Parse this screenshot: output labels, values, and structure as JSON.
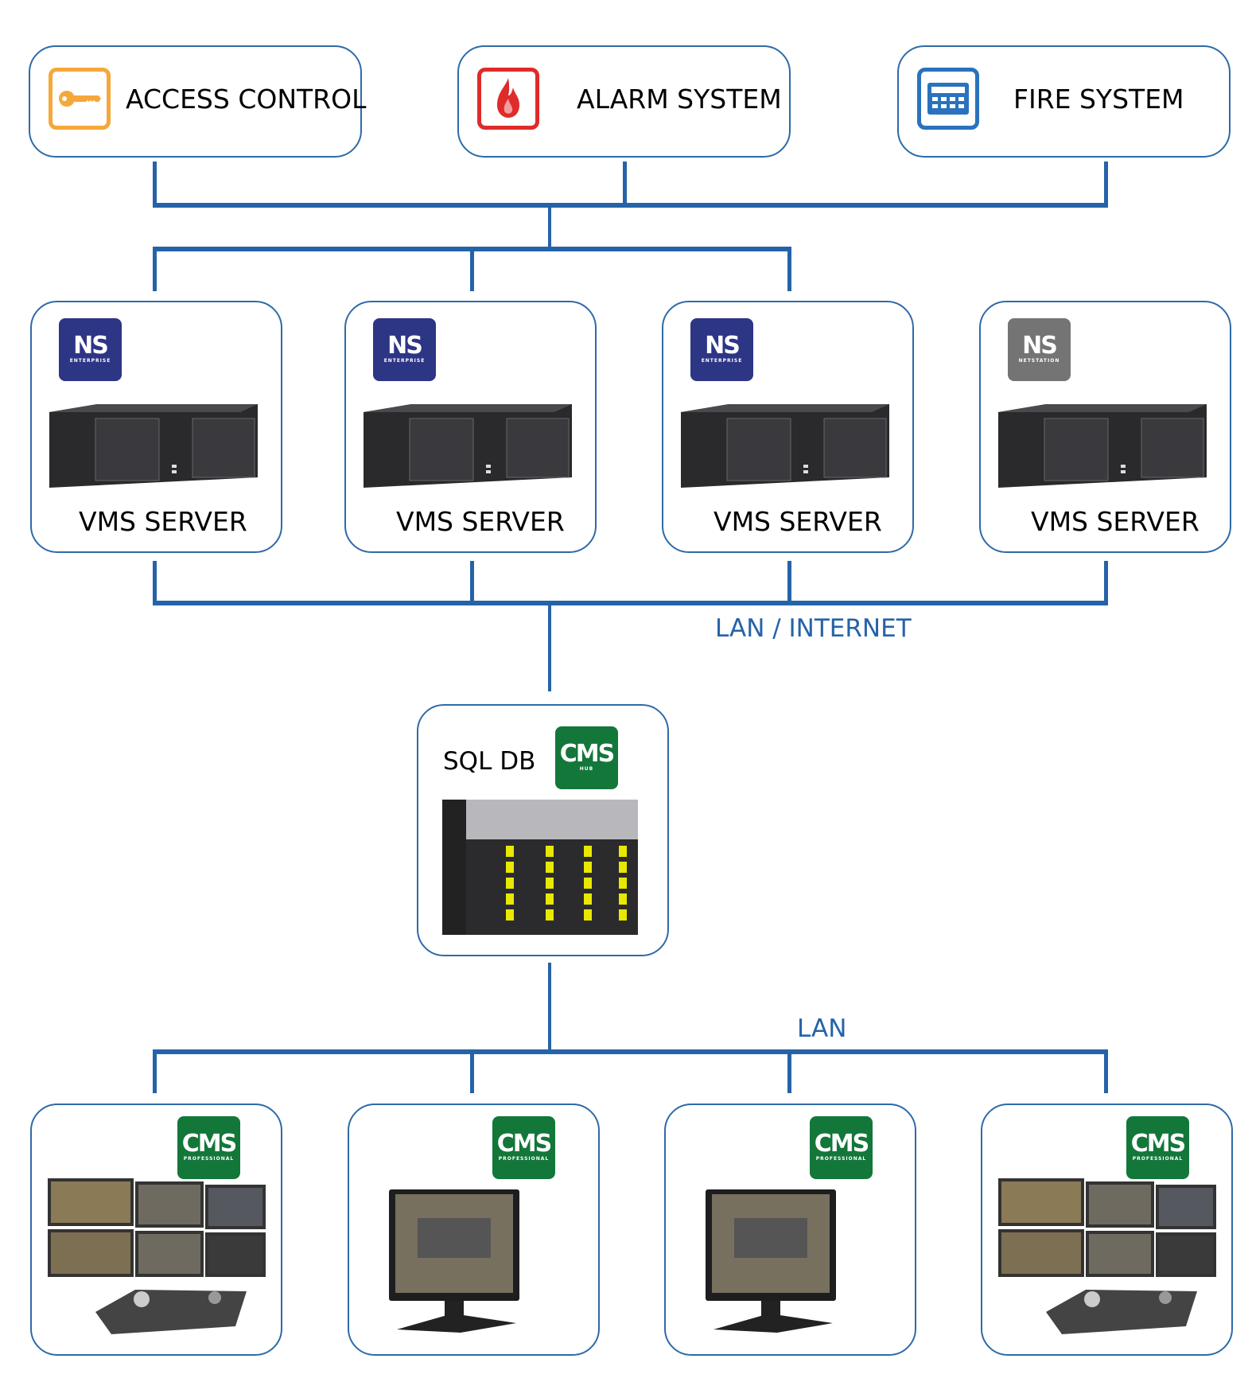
{
  "colors": {
    "line": "#2563a8",
    "box_border": "#2e6aa8",
    "access_icon": "#f5a83a",
    "alarm_icon": "#e02b2b",
    "fire_icon": "#2a72bd",
    "ns_enterprise": "#2d3585",
    "ns_netstation": "#747474",
    "cms": "#13773a",
    "network_label": "#2563a8"
  },
  "systems": [
    {
      "label": "ACCESS CONTROL",
      "icon": "key-icon"
    },
    {
      "label": "ALARM SYSTEM",
      "icon": "flame-icon"
    },
    {
      "label": "FIRE SYSTEM",
      "icon": "keypad-icon"
    }
  ],
  "vms_servers": [
    {
      "label": "VMS SERVER",
      "badge_title": "NS",
      "badge_sub": "ENTERPRISE"
    },
    {
      "label": "VMS SERVER",
      "badge_title": "NS",
      "badge_sub": "ENTERPRISE"
    },
    {
      "label": "VMS SERVER",
      "badge_title": "NS",
      "badge_sub": "ENTERPRISE"
    },
    {
      "label": "VMS SERVER",
      "badge_title": "NS",
      "badge_sub": "NETSTATION"
    }
  ],
  "network_labels": {
    "wan": "LAN / INTERNET",
    "lan": "LAN"
  },
  "database": {
    "label": "SQL DB",
    "badge_title": "CMS",
    "badge_sub": "HUB"
  },
  "workstations": [
    {
      "type": "video-wall-with-keyboard",
      "badge_title": "CMS",
      "badge_sub": "PROFESSIONAL"
    },
    {
      "type": "single-monitor",
      "badge_title": "CMS",
      "badge_sub": "PROFESSIONAL"
    },
    {
      "type": "single-monitor",
      "badge_title": "CMS",
      "badge_sub": "PROFESSIONAL"
    },
    {
      "type": "video-wall-with-keyboard",
      "badge_title": "CMS",
      "badge_sub": "PROFESSIONAL"
    }
  ]
}
